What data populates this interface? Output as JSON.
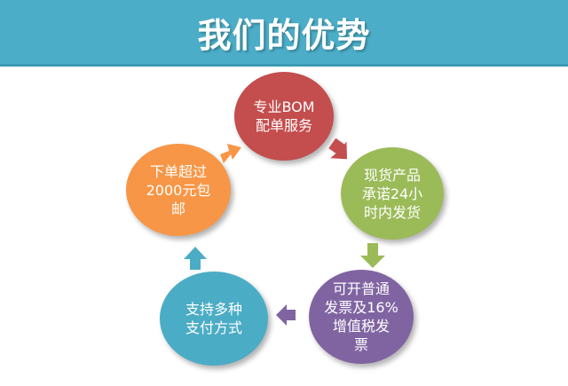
{
  "header": {
    "title": "我们的优势"
  },
  "nodes": [
    {
      "label": "专业BOM\n配单服务",
      "color": "#c44d4d"
    },
    {
      "label": "现货产品\n承诺24小\n时内发货",
      "color": "#9bbb59"
    },
    {
      "label": "可开普通\n发票及16%\n增值税发\n票",
      "color": "#8064a2"
    },
    {
      "label": "支持多种\n支付方式",
      "color": "#4bacc6"
    },
    {
      "label": "下单超过\n2000元包\n邮",
      "color": "#f79646"
    }
  ]
}
